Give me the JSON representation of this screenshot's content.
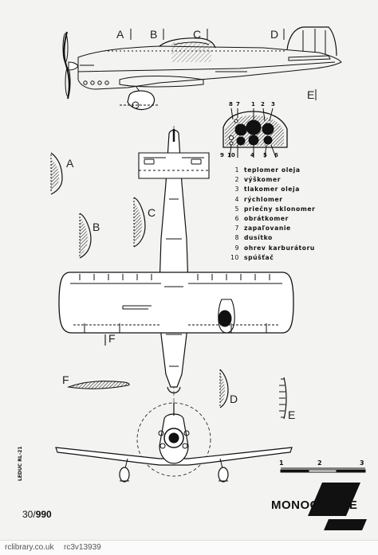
{
  "sections": {
    "A_top": "A",
    "B_top": "B",
    "C_top": "C",
    "D_top": "D",
    "E_side": "E",
    "A_profile": "A",
    "B_profile": "B",
    "C_profile": "C",
    "F_wing_cut": "F",
    "F_profile": "F",
    "D_profile": "D",
    "E_profile": "E"
  },
  "instruments": {
    "top_numbers": [
      "8",
      "7",
      "1",
      "2",
      "3"
    ],
    "bottom_numbers": [
      "9",
      "10",
      "4",
      "5",
      "6"
    ]
  },
  "legend": [
    {
      "num": "1",
      "label": "teplomer oleja"
    },
    {
      "num": "2",
      "label": "výškomer"
    },
    {
      "num": "3",
      "label": "tlakomer oleja"
    },
    {
      "num": "4",
      "label": "rýchlomer"
    },
    {
      "num": "5",
      "label": "priečny sklonomer"
    },
    {
      "num": "6",
      "label": "obrátkomer"
    },
    {
      "num": "7",
      "label": "zapaľovanie"
    },
    {
      "num": "8",
      "label": "dusítko"
    },
    {
      "num": "9",
      "label": "ohrev karburátoru"
    },
    {
      "num": "10",
      "label": "spúšťač"
    }
  ],
  "scale": {
    "labels": [
      "1",
      "2",
      "3"
    ]
  },
  "side_note": "LEDUC RL-21",
  "page_number": {
    "prefix": "30/",
    "number": "990"
  },
  "brand": "MONOGRAFIE",
  "footer": {
    "left": "rclibrary.co.uk",
    "right": "rc3v13939"
  }
}
